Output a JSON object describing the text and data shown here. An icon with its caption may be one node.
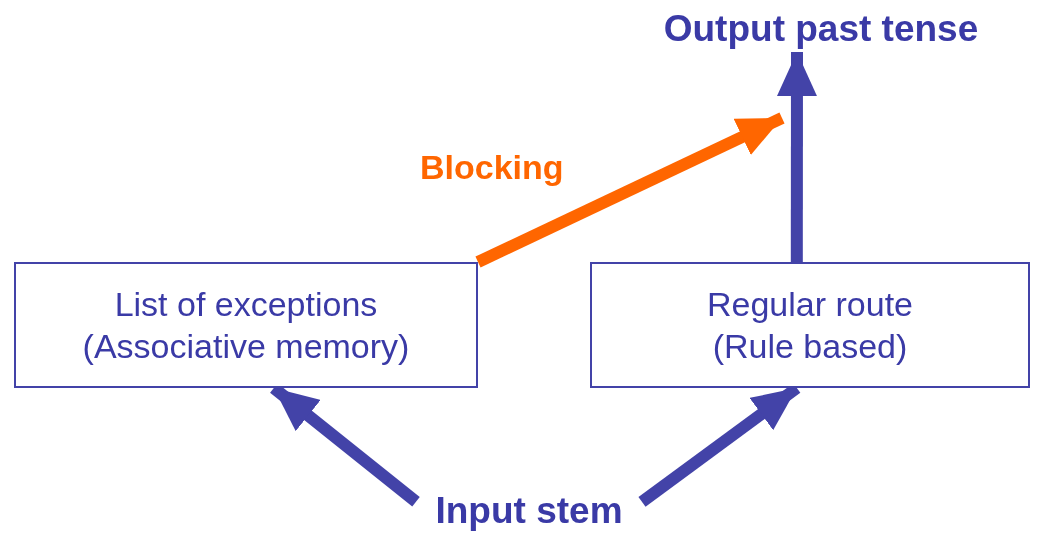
{
  "diagram": {
    "nodes": [
      {
        "text": [
          "Output past tense"
        ]
      },
      {
        "text": [
          "List of exceptions (Associative memory)"
        ]
      },
      {
        "text": [
          "Regular route (Rule based)"
        ]
      },
      {
        "text": [
          "Input stem"
        ]
      }
    ],
    "edges": [
      {
        "from": 3,
        "to": 1,
        "arrow": "to"
      },
      {
        "from": 3,
        "to": 2,
        "arrow": "to"
      },
      {
        "from": 2,
        "to": 0,
        "arrow": "to"
      },
      {
        "from": 1,
        "to": 0,
        "arrow": "to",
        "label": "Blocking",
        "color": "#ff6600"
      }
    ]
  }
}
